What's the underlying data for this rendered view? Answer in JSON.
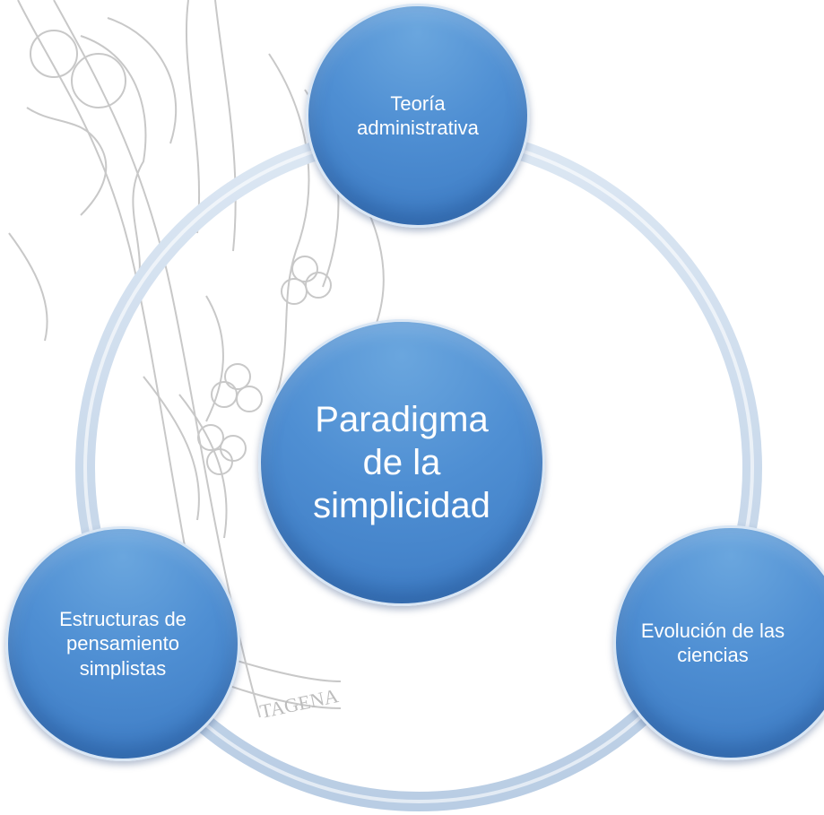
{
  "diagram": {
    "center": {
      "label": "Paradigma de la simplicidad"
    },
    "nodes": [
      {
        "label": "Teoría administrativa"
      },
      {
        "label": "Estructuras de pensamiento simplistas"
      },
      {
        "label": "Evolución de las ciencias"
      }
    ]
  },
  "watermark": {
    "text": "TAGENA"
  },
  "colors": {
    "node_fill": "#4f8fd3",
    "node_dark": "#3b79c2",
    "ring": "#c9d9ec",
    "text": "#ffffff"
  }
}
